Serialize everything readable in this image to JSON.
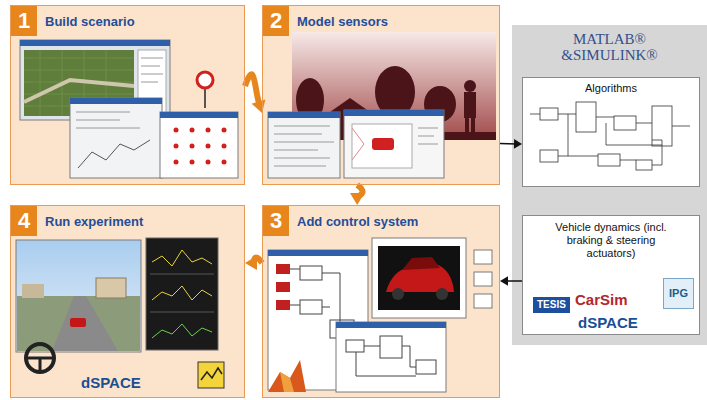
{
  "diagram": {
    "nodes": [
      {
        "text": [
          "1",
          "Build scenario"
        ]
      },
      {
        "text": [
          "2",
          "Model sensors"
        ]
      },
      {
        "text": [
          "3",
          "Add control system"
        ]
      },
      {
        "text": [
          "4",
          "Run experiment"
        ]
      },
      {
        "text": [
          "MATLAB® &SIMULINK®"
        ]
      },
      {
        "text": [
          "Algorithms"
        ],
        "in": 4
      },
      {
        "text": [
          "Vehicle dynamics (incl. braking & steering actuators)"
        ],
        "in": 4
      }
    ],
    "edges": [
      {
        "from": 0,
        "to": 1,
        "arrow": "to"
      },
      {
        "from": 1,
        "to": 2,
        "arrow": "to"
      },
      {
        "from": 2,
        "to": 3,
        "arrow": "to"
      },
      {
        "from": 1,
        "to": 5,
        "arrow": "to"
      },
      {
        "from": 6,
        "to": 2,
        "arrow": "to"
      }
    ],
    "labels": [
      "TESIS",
      "CarSim",
      "IPG",
      "dSPACE",
      "dSPACE"
    ]
  }
}
